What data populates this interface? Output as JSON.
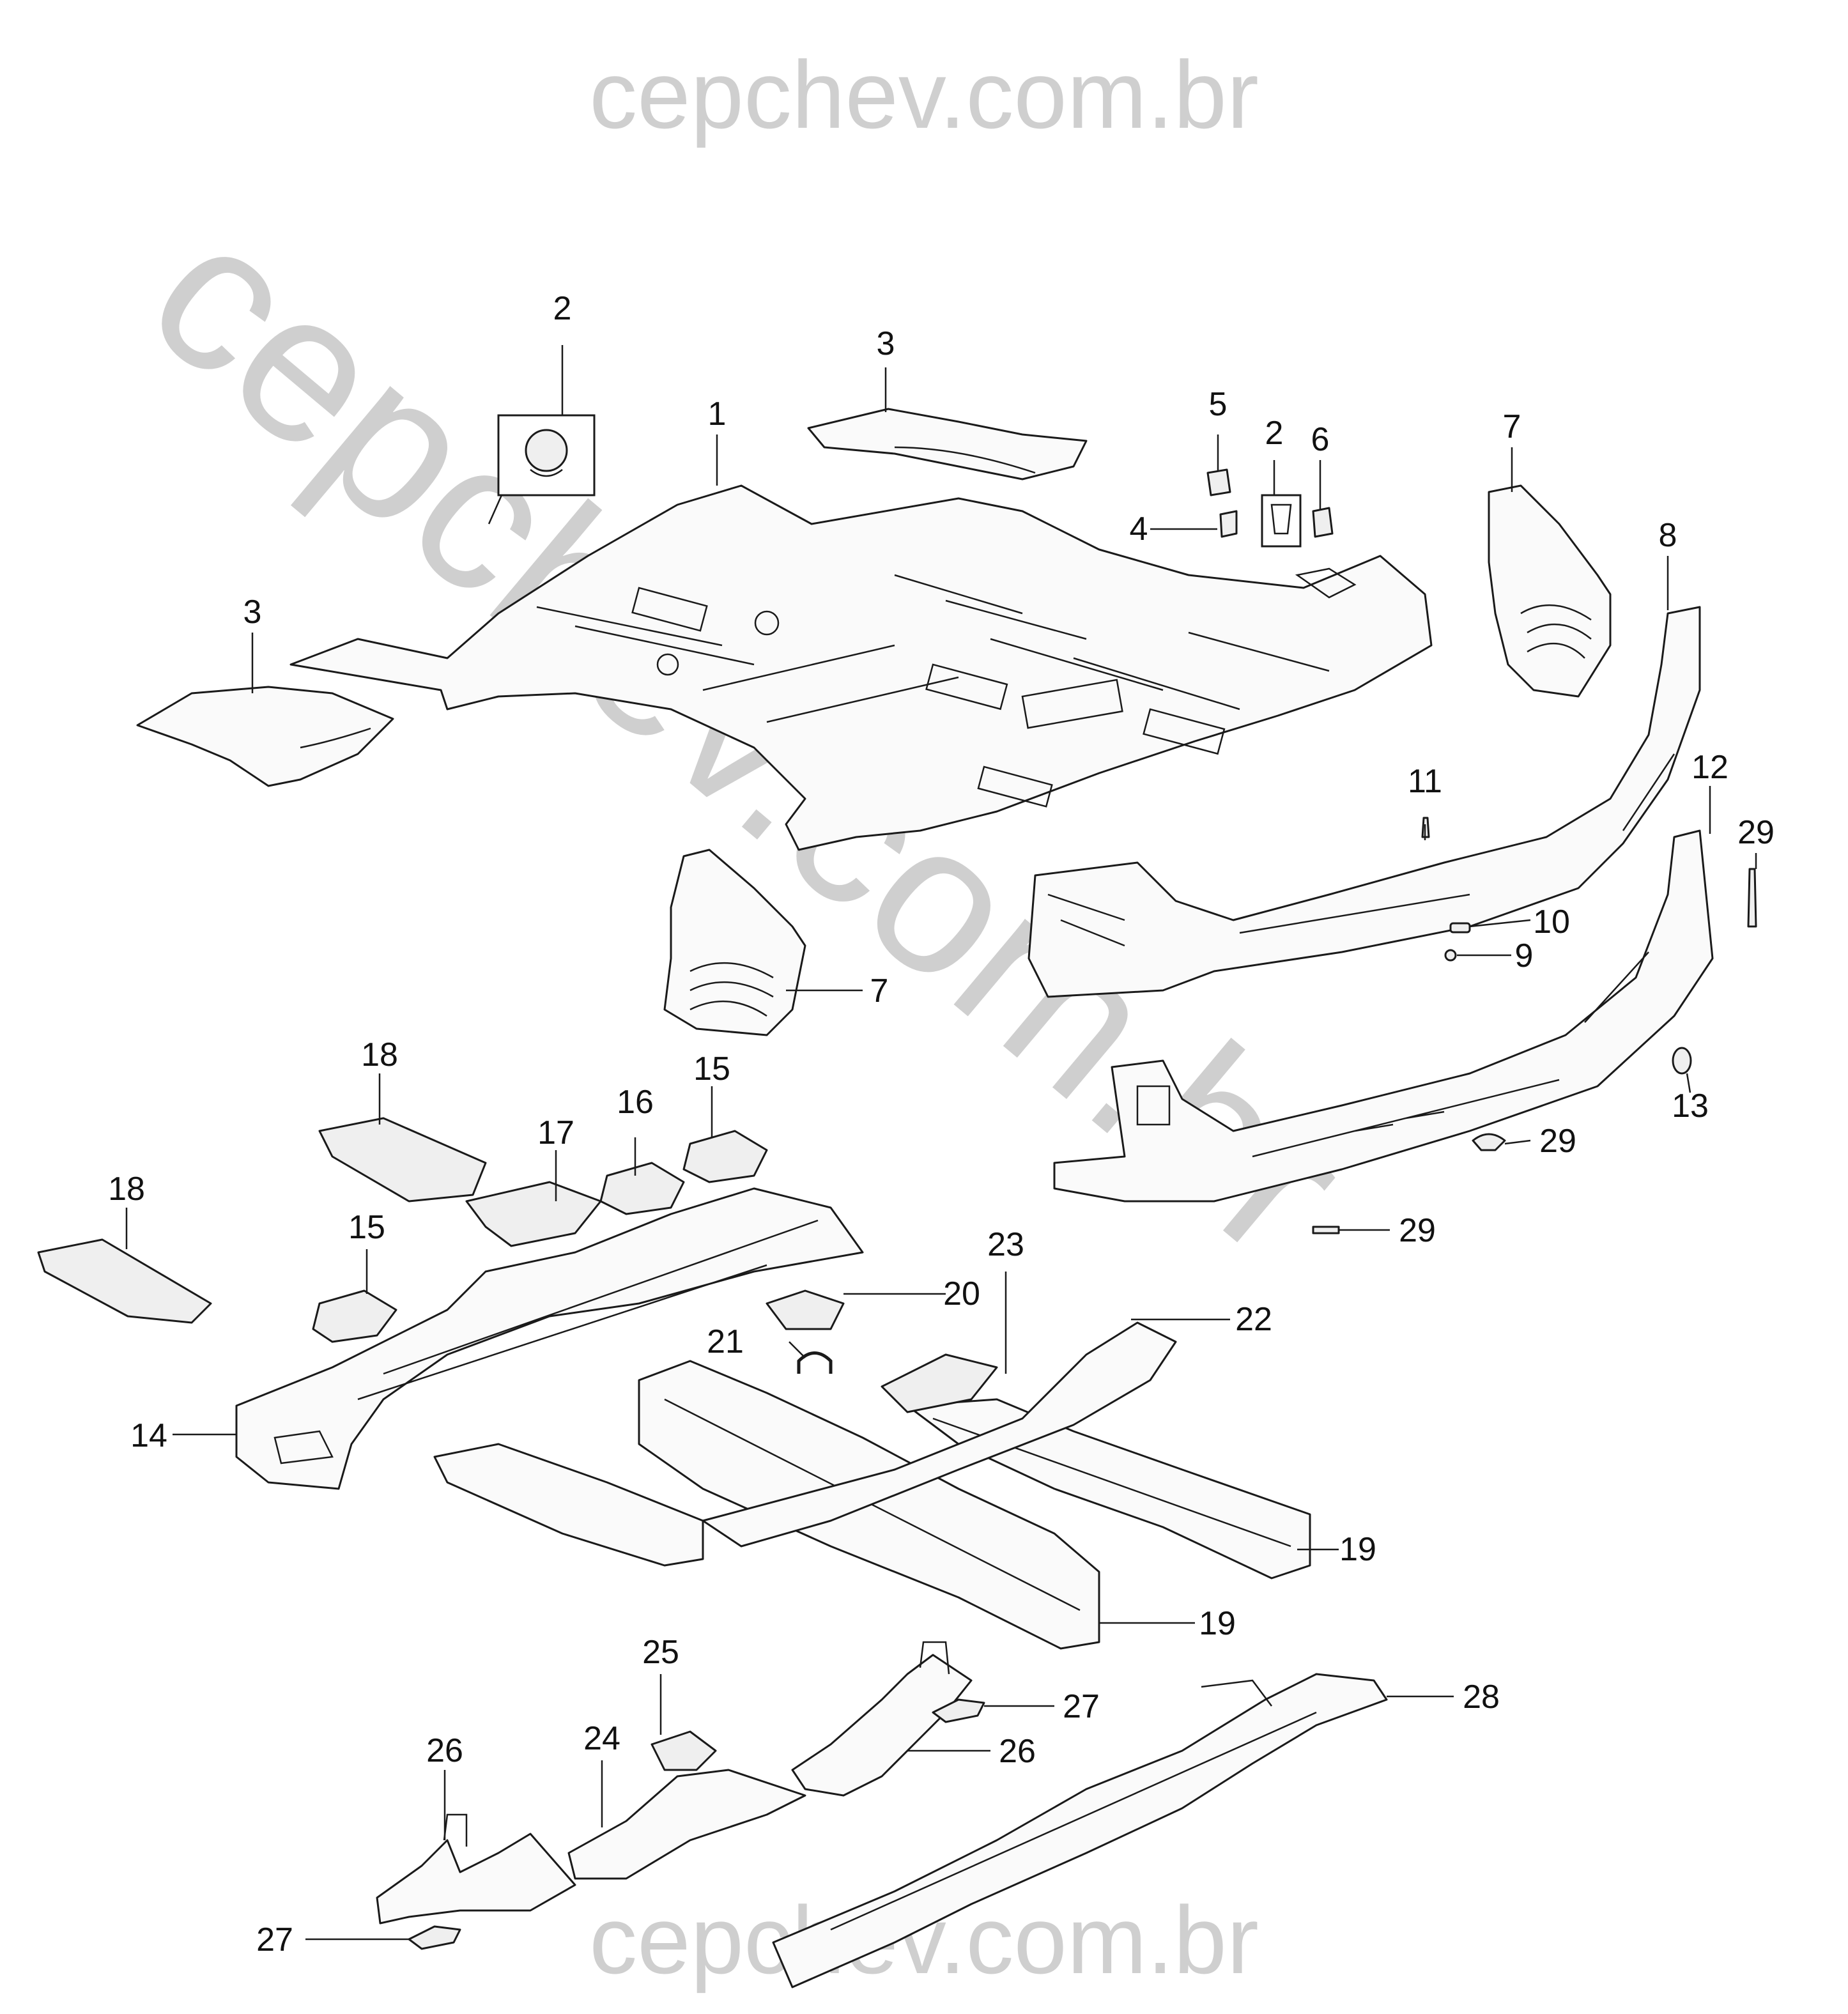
{
  "watermark": {
    "top": "cepchev.com.br",
    "diagonal": "cepchev.com.br",
    "bottom": "cepchev.com.br"
  },
  "callouts": [
    {
      "id": "c-1",
      "label": "1"
    },
    {
      "id": "c-2a",
      "label": "2"
    },
    {
      "id": "c-2b",
      "label": "2"
    },
    {
      "id": "c-3a",
      "label": "3"
    },
    {
      "id": "c-3b",
      "label": "3"
    },
    {
      "id": "c-4",
      "label": "4"
    },
    {
      "id": "c-5",
      "label": "5"
    },
    {
      "id": "c-6",
      "label": "6"
    },
    {
      "id": "c-7a",
      "label": "7"
    },
    {
      "id": "c-7b",
      "label": "7"
    },
    {
      "id": "c-8",
      "label": "8"
    },
    {
      "id": "c-9",
      "label": "9"
    },
    {
      "id": "c-10",
      "label": "10"
    },
    {
      "id": "c-11",
      "label": "11"
    },
    {
      "id": "c-12",
      "label": "12"
    },
    {
      "id": "c-13",
      "label": "13"
    },
    {
      "id": "c-14",
      "label": "14"
    },
    {
      "id": "c-15a",
      "label": "15"
    },
    {
      "id": "c-15b",
      "label": "15"
    },
    {
      "id": "c-16",
      "label": "16"
    },
    {
      "id": "c-17",
      "label": "17"
    },
    {
      "id": "c-18a",
      "label": "18"
    },
    {
      "id": "c-18b",
      "label": "18"
    },
    {
      "id": "c-19a",
      "label": "19"
    },
    {
      "id": "c-19b",
      "label": "19"
    },
    {
      "id": "c-20",
      "label": "20"
    },
    {
      "id": "c-21",
      "label": "21"
    },
    {
      "id": "c-22",
      "label": "22"
    },
    {
      "id": "c-23",
      "label": "23"
    },
    {
      "id": "c-24",
      "label": "24"
    },
    {
      "id": "c-25",
      "label": "25"
    },
    {
      "id": "c-26a",
      "label": "26"
    },
    {
      "id": "c-26b",
      "label": "26"
    },
    {
      "id": "c-27a",
      "label": "27"
    },
    {
      "id": "c-27b",
      "label": "27"
    },
    {
      "id": "c-28",
      "label": "28"
    },
    {
      "id": "c-29a",
      "label": "29"
    },
    {
      "id": "c-29b",
      "label": "29"
    },
    {
      "id": "c-29c",
      "label": "29"
    }
  ]
}
